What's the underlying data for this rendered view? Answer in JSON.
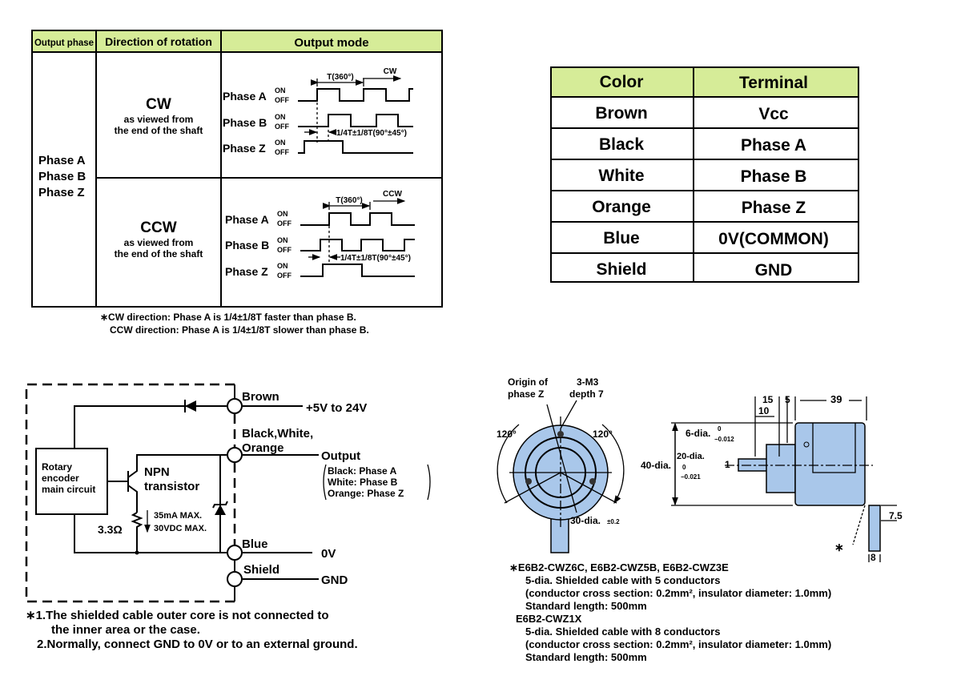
{
  "colors": {
    "header_green": "#d6ec98",
    "part_blue": "#a9c7ea"
  },
  "output_table": {
    "headers": [
      "Output phase",
      "Direction of rotation",
      "Output mode"
    ],
    "phases": [
      "Phase A",
      "Phase B",
      "Phase Z"
    ],
    "cw": {
      "title": "CW",
      "sub1": "as viewed from",
      "sub2": "the end of the shaft",
      "period": "T(360°)",
      "arrow": "CW",
      "offset": "1/4T±1/8T(90°±45°)"
    },
    "ccw": {
      "title": "CCW",
      "sub1": "as viewed from",
      "sub2": "the end of the shaft",
      "period": "T(360°)",
      "arrow": "CCW",
      "offset": "1/4T±1/8T(90°±45°)"
    },
    "wave_labels": [
      "Phase A",
      "Phase B",
      "Phase Z"
    ],
    "on": "ON",
    "off": "OFF",
    "notes": [
      "∗CW direction: Phase A is 1/4±1/8T faster than phase B.",
      "CCW direction: Phase A is 1/4±1/8T slower than phase B."
    ]
  },
  "color_table": {
    "headers": [
      "Color",
      "Terminal"
    ],
    "rows": [
      [
        "Brown",
        "Vcc"
      ],
      [
        "Black",
        "Phase A"
      ],
      [
        "White",
        "Phase B"
      ],
      [
        "Orange",
        "Phase Z"
      ],
      [
        "Blue",
        "0V(COMMON)"
      ],
      [
        "Shield",
        "GND"
      ]
    ]
  },
  "circuit": {
    "brown": "Brown",
    "supply": "+5V to 24V",
    "bwo1": "Black,White,",
    "bwo2": "Orange",
    "output": "Output",
    "out_map": [
      "Black: Phase A",
      "White: Phase B",
      "Orange: Phase Z"
    ],
    "box": [
      "Rotary",
      "encoder",
      "main circuit"
    ],
    "npn1": "NPN",
    "npn2": "transistor",
    "resistor": "3.3Ω",
    "current": "35mA MAX.",
    "voltage": "30VDC MAX.",
    "blue": "Blue",
    "zero": "0V",
    "shield": "Shield",
    "gnd": "GND",
    "notes": [
      "∗1.The shielded cable outer core is not connected to",
      "the inner area or the case.",
      "2.Normally, connect GND to 0V or to an external ground."
    ]
  },
  "dimensions": {
    "origin1": "Origin of",
    "origin2": "phase Z",
    "m3": "3-M3",
    "depth": "depth 7",
    "angle": "120°",
    "dia30": "30-dia.",
    "tol30": "±0.2",
    "d15": "15",
    "d5": "5",
    "d39": "39",
    "d10": "10",
    "dia6": "6-dia.",
    "tol6a": "0",
    "tol6b": "−0.012",
    "dia20": "20-dia.",
    "tol20a": "0",
    "tol20b": "−0.021",
    "dia40": "40-dia.",
    "d1": "1",
    "d75": "7.5",
    "d8": "8",
    "star": "∗",
    "notes": [
      "∗E6B2-CWZ6C, E6B2-CWZ5B, E6B2-CWZ3E",
      "5-dia. Shielded cable with 5 conductors",
      "(conductor cross section: 0.2mm², insulator diameter: 1.0mm)",
      "Standard length: 500mm",
      "E6B2-CWZ1X",
      "5-dia. Shielded cable with 8 conductors",
      "(conductor cross section: 0.2mm², insulator diameter: 1.0mm)",
      "Standard length: 500mm"
    ]
  }
}
